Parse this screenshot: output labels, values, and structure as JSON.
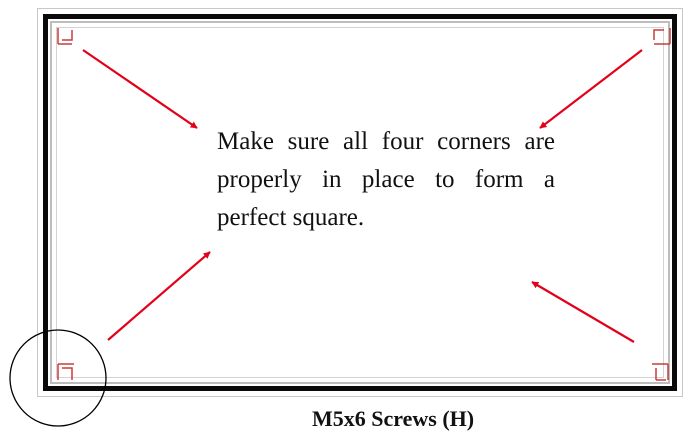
{
  "diagram": {
    "instruction_text": "Make sure all four corners are properly in place to form a perfect square.",
    "caption_text": "M5x6 Screws (H)",
    "colors": {
      "arrow": "#e3001b",
      "corner_bracket": "#c83c3c",
      "frame": "#0a0a0a",
      "highlight_circle": "#000000"
    },
    "icons": [
      "arrow-icon",
      "corner-bracket-icon",
      "highlight-circle"
    ]
  }
}
